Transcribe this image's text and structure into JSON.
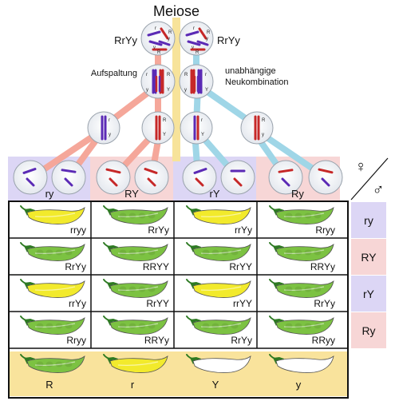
{
  "title": "Meiose",
  "parent_genotypes": [
    "RrYy",
    "RrYy"
  ],
  "labels": {
    "left": "Aufspaltung",
    "right_line1": "unabhängige",
    "right_line2": "Neukombination"
  },
  "symbols": {
    "female": "♀",
    "male": "♂"
  },
  "gametes": [
    "ry",
    "RY",
    "rY",
    "Ry"
  ],
  "grid": [
    [
      {
        "genotype": "rryy",
        "color": "yellow"
      },
      {
        "genotype": "RrYy",
        "color": "green"
      },
      {
        "genotype": "rrYy",
        "color": "yellow"
      },
      {
        "genotype": "Rryy",
        "color": "green"
      }
    ],
    [
      {
        "genotype": "RrYy",
        "color": "green"
      },
      {
        "genotype": "RRYY",
        "color": "green"
      },
      {
        "genotype": "RrYY",
        "color": "green"
      },
      {
        "genotype": "RRYy",
        "color": "green"
      }
    ],
    [
      {
        "genotype": "rrYy",
        "color": "yellow"
      },
      {
        "genotype": "RrYY",
        "color": "green"
      },
      {
        "genotype": "rrYY",
        "color": "yellow"
      },
      {
        "genotype": "RrYy",
        "color": "green"
      }
    ],
    [
      {
        "genotype": "Rryy",
        "color": "green"
      },
      {
        "genotype": "RRYy",
        "color": "green"
      },
      {
        "genotype": "RrYy",
        "color": "green"
      },
      {
        "genotype": "RRyy",
        "color": "green"
      }
    ]
  ],
  "legend": [
    {
      "label": "R",
      "color": "green"
    },
    {
      "label": "r",
      "color": "yellow"
    },
    {
      "label": "Y",
      "color": "white"
    },
    {
      "label": "y",
      "color": "white"
    }
  ],
  "colors": {
    "pod_green": "#7cc242",
    "pod_yellow": "#f2ea2c",
    "pod_white": "#ffffff",
    "stem": "#2d7a22",
    "chrom_red": "#c62828",
    "chrom_blue": "#5b2ab5",
    "gamete_blue_bg": "#dcd6f5",
    "gamete_pink_bg": "#f7d6d6",
    "stripe_yellow": "#f7e39a",
    "legend_bg": "#f9e39c",
    "line_salmon": "#f5a79a",
    "line_blue": "#9fd6e7"
  }
}
